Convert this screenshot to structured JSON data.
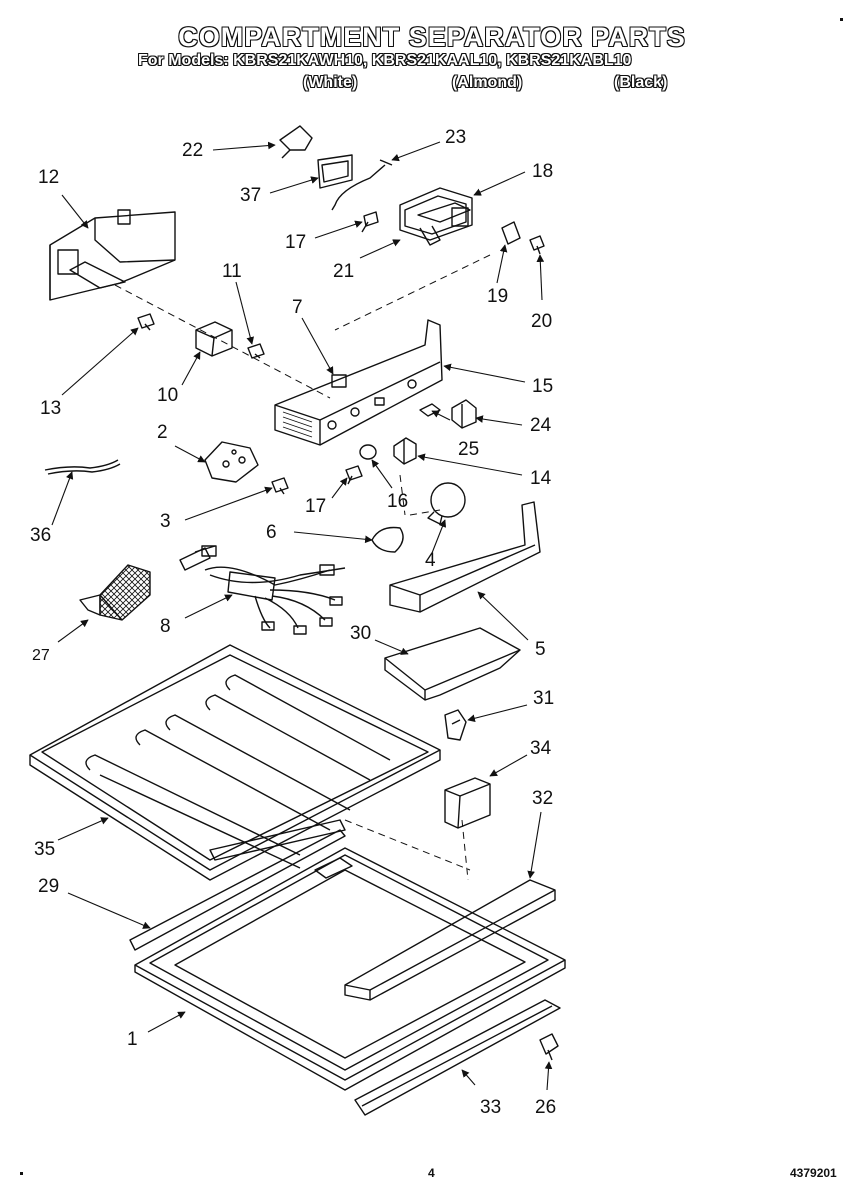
{
  "header": {
    "title": "COMPARTMENT SEPARATOR PARTS",
    "models_line": "For Models: KBRS21KAWH10, KBRS21KAAL10, KBRS21KABL10",
    "colors": [
      "(White)",
      "(Almond)",
      "(Black)"
    ]
  },
  "callouts": {
    "c22": "22",
    "c23": "23",
    "c12": "12",
    "c18": "18",
    "c37": "37",
    "c17a": "17",
    "c21": "21",
    "c19": "19",
    "c20": "20",
    "c11": "11",
    "c7": "7",
    "c13": "13",
    "c10": "10",
    "c15": "15",
    "c24": "24",
    "c25": "25",
    "c2": "2",
    "c14": "14",
    "c36": "36",
    "c3": "3",
    "c17b": "17",
    "c16": "16",
    "c6": "6",
    "c4": "4",
    "c8": "8",
    "c27": "27",
    "c30": "30",
    "c5": "5",
    "c31": "31",
    "c34": "34",
    "c32": "32",
    "c35": "35",
    "c29": "29",
    "c1": "1",
    "c33": "33",
    "c26": "26"
  },
  "footer": {
    "page_number": "4",
    "doc_number": "4379201"
  }
}
